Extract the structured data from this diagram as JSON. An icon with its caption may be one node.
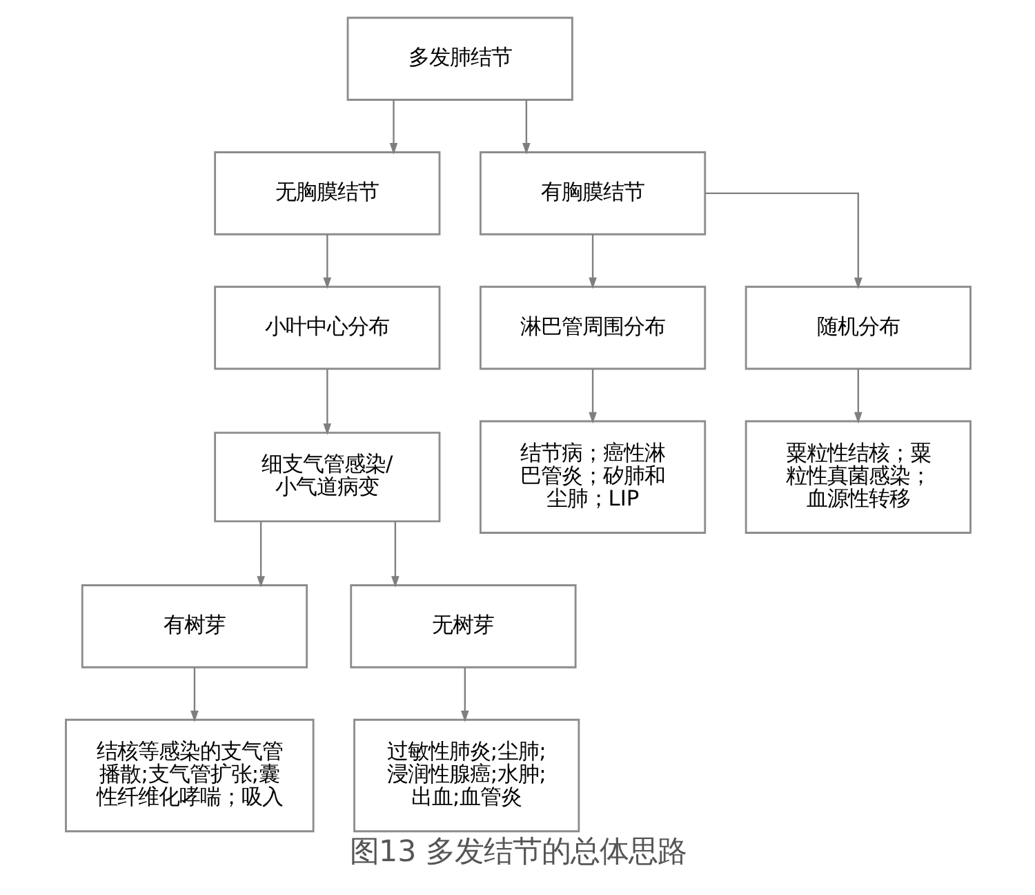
{
  "diagram": {
    "caption": "图13 多发结节的总体思路",
    "nodes": [
      {
        "text": [
          "多发肺结节"
        ]
      },
      {
        "text": [
          "无胸膜结节"
        ]
      },
      {
        "text": [
          "有胸膜结节"
        ]
      },
      {
        "text": [
          "小叶中心分布"
        ]
      },
      {
        "text": [
          "淋巴管周围分布"
        ]
      },
      {
        "text": [
          "随机分布"
        ]
      },
      {
        "text": [
          "细支气管感染/小气道病变"
        ]
      },
      {
        "text": [
          "结节病；癌性淋巴管炎；矽肺和尘肺；LIP"
        ]
      },
      {
        "text": [
          "粟粒性结核；粟粒性真菌感染；血源性转移"
        ]
      },
      {
        "text": [
          "有树芽"
        ]
      },
      {
        "text": [
          "无树芽"
        ]
      },
      {
        "text": [
          "结核等感染的支气管播散;支气管扩张;囊性纤维化哮喘；吸入"
        ]
      },
      {
        "text": [
          "过敏性肺炎;尘肺;浸润性腺癌;水肿;出血;血管炎"
        ]
      }
    ],
    "edges": [
      {
        "from": 0,
        "to": 1,
        "arrow": "to"
      },
      {
        "from": 0,
        "to": 2,
        "arrow": "to"
      },
      {
        "from": 1,
        "to": 3,
        "arrow": "to"
      },
      {
        "from": 2,
        "to": 4,
        "arrow": "to"
      },
      {
        "from": 2,
        "to": 5,
        "arrow": "to"
      },
      {
        "from": 3,
        "to": 6,
        "arrow": "to"
      },
      {
        "from": 4,
        "to": 7,
        "arrow": "to"
      },
      {
        "from": 5,
        "to": 8,
        "arrow": "to"
      },
      {
        "from": 6,
        "to": 9,
        "arrow": "to"
      },
      {
        "from": 6,
        "to": 10,
        "arrow": "to"
      },
      {
        "from": 9,
        "to": 11,
        "arrow": "to"
      },
      {
        "from": 10,
        "to": 12,
        "arrow": "to"
      }
    ]
  }
}
